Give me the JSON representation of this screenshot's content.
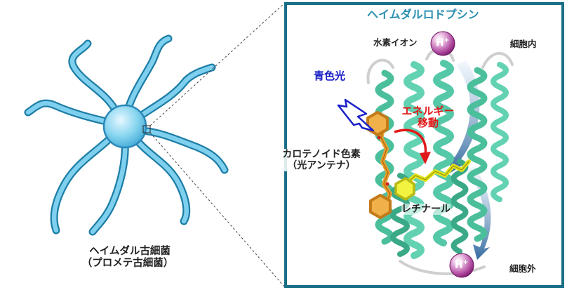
{
  "organism": {
    "name_line1": "ヘイムダル古細菌",
    "name_line2": "（プロメテ古細菌）"
  },
  "panel": {
    "title": "ヘイムダルロドプシン",
    "proton_label": "水素イオン",
    "proton_symbol": "H",
    "proton_charge": "+",
    "inside_label": "細胞内",
    "outside_label": "細胞外",
    "blue_light_label": "青色光",
    "energy_line1": "エネルギー",
    "energy_line2": "移動",
    "carotenoid_line1": "カロテノイド色素",
    "carotenoid_line2": "（光アンテナ）",
    "retinal_label": "レチナール"
  },
  "colors": {
    "cell": "#56bde0",
    "frame": "#1a6f86",
    "title": "#2a8fb0",
    "helix": "#5fcfb0",
    "carotenoid": "#e8a030",
    "retinal": "#ecec20",
    "blue_light": "#1a20c8",
    "energy": "#e01818",
    "proton_ball": "#a0308e",
    "flow_arrow": "#1e5a96"
  },
  "icons": {
    "light": "lightning-bolt-icon",
    "proton": "proton-ball-icon",
    "flow": "curved-arrow-icon"
  }
}
